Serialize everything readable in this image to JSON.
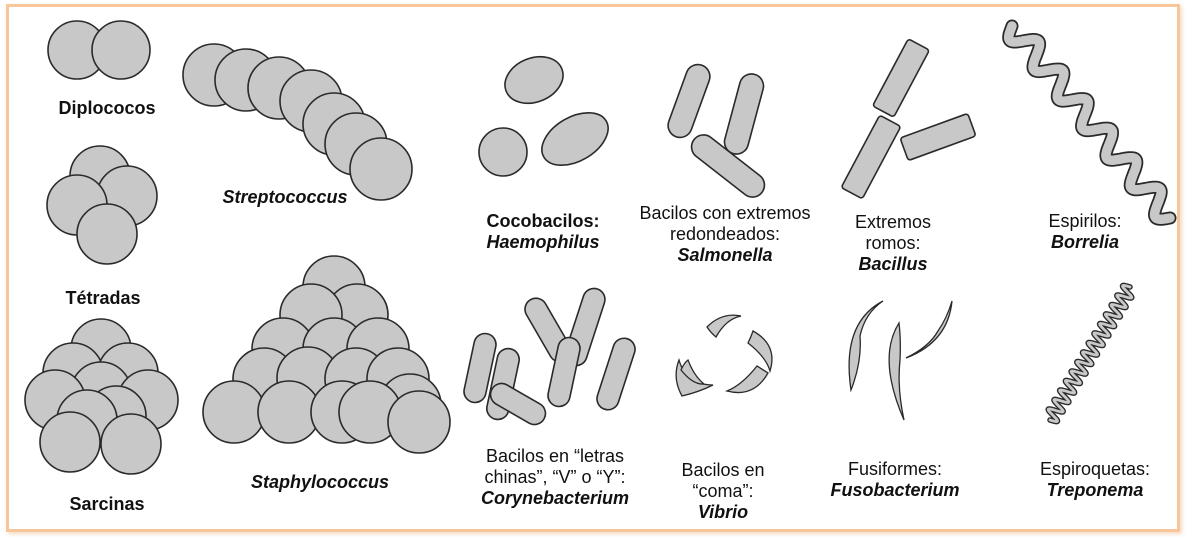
{
  "colors": {
    "border": "#f7c69b",
    "cell_fill": "#c8c8c8",
    "cell_stroke": "#2a2a2a"
  },
  "labels": {
    "diplococos": "Diplococos",
    "tetradas": "Tétradas",
    "sarcinas": "Sarcinas",
    "streptococcus": "Streptococcus",
    "staphylococcus": "Staphylococcus",
    "cocobacilos": {
      "line1": "Cocobacilos:",
      "line2": "Haemophilus"
    },
    "bacilos_redondeados": {
      "line1": "Bacilos con extremos",
      "line2": "redondeados:",
      "line3": "Salmonella"
    },
    "extremos_romos": {
      "line1": "Extremos",
      "line2": "romos:",
      "line3": "Bacillus"
    },
    "espirilos": {
      "line1": "Espirilos:",
      "line2": "Borrelia"
    },
    "letras_chinas": {
      "line1": "Bacilos en “letras",
      "line2": "chinas”, “V” o “Y”:",
      "line3": "Corynebacterium"
    },
    "coma": {
      "line1": "Bacilos en",
      "line2": "“coma”:",
      "line3": "Vibrio"
    },
    "fusiformes": {
      "line1": "Fusiformes:",
      "line2": "Fusobacterium"
    },
    "espiroquetas": {
      "line1": "Espiroquetas:",
      "line2": "Treponema"
    }
  }
}
